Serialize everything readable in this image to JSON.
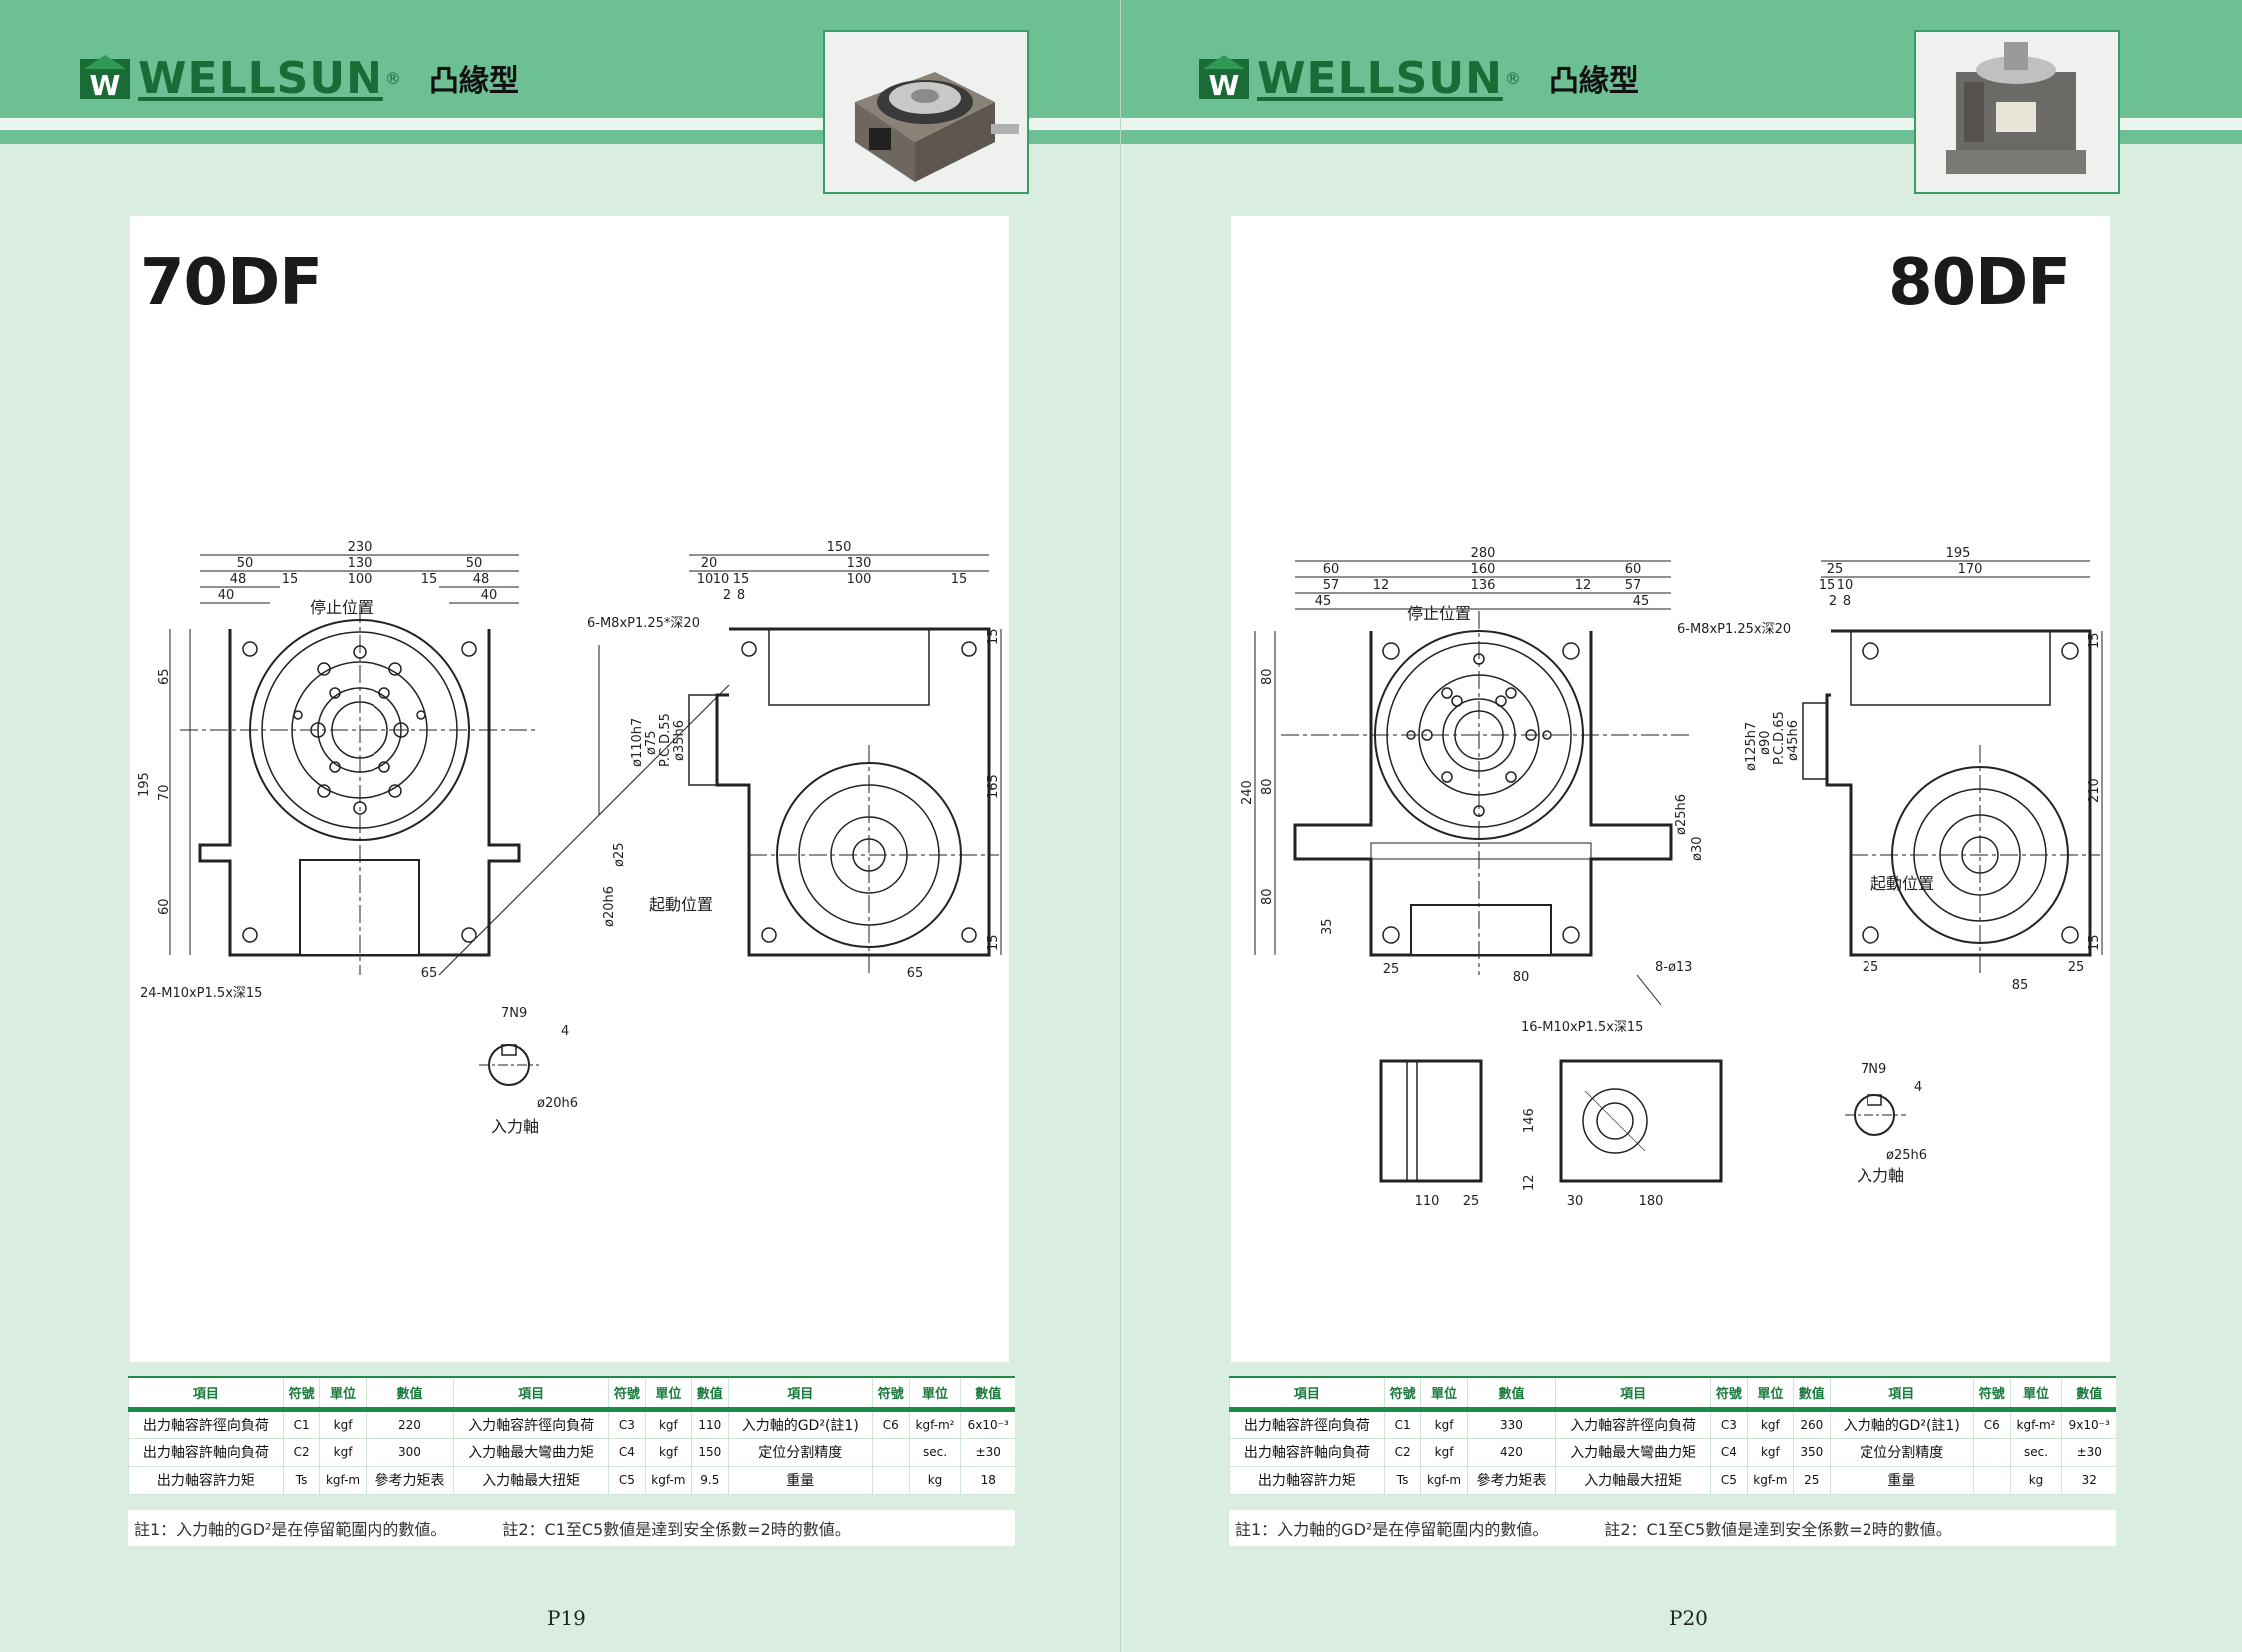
{
  "brand": {
    "name": "WELLSUN",
    "reg_mark": "®",
    "category": "凸緣型"
  },
  "colors": {
    "band": "#6cc094",
    "brand_green": "#1a6b35",
    "table_line": "#1b8c46",
    "background": "#d9ede0"
  },
  "pages": [
    {
      "model": "70DF",
      "page_number": "P19",
      "drawing_labels": {
        "dims_top": [
          "230",
          "50",
          "130",
          "50",
          "48",
          "15",
          "100",
          "15",
          "48",
          "40",
          "40"
        ],
        "dims_right_top": [
          "150",
          "20",
          "130",
          "10",
          "10",
          "15",
          "100",
          "15",
          "2",
          "8"
        ],
        "stop_position": "停止位置",
        "start_position": "起動位置",
        "tap_holes": "6-M8xP1.25*深20",
        "bolt_holes": "24-M10xP1.5x深15",
        "input_shaft": "入力軸",
        "keyway": "7N9",
        "key_depth": "4",
        "shaft_dia": "ø20h6",
        "left_heights": [
          "195",
          "65",
          "70",
          "60"
        ],
        "side_heights": [
          "15",
          "165",
          "15"
        ],
        "bore_dims": [
          "ø110h7",
          "ø75",
          "P.C.D.55",
          "ø35h6"
        ],
        "shaft_dims": [
          "ø25",
          "ø20h6"
        ],
        "bottom_dims": [
          "65",
          "65"
        ]
      },
      "table": {
        "headers": [
          "項目",
          "符號",
          "單位",
          "數值",
          "項目",
          "符號",
          "單位",
          "數值",
          "項目",
          "符號",
          "單位",
          "數值"
        ],
        "rows": [
          [
            "出力軸容許徑向負荷",
            "C1",
            "kgf",
            "220",
            "入力軸容許徑向負荷",
            "C3",
            "kgf",
            "110",
            "入力軸的GD²(註1)",
            "C6",
            "kgf-m²",
            "6x10⁻³"
          ],
          [
            "出力軸容許軸向負荷",
            "C2",
            "kgf",
            "300",
            "入力軸最大彎曲力矩",
            "C4",
            "kgf",
            "150",
            "定位分割精度",
            "",
            "sec.",
            "±30"
          ],
          [
            "出力軸容許力矩",
            "Ts",
            "kgf-m",
            "參考力矩表",
            "入力軸最大扭矩",
            "C5",
            "kgf-m",
            "9.5",
            "重量",
            "",
            "kg",
            "18"
          ]
        ]
      },
      "notes": [
        "註1：入力軸的GD²是在停留範圍内的數値。",
        "註2：C1至C5數値是達到安全係數=2時的數値。"
      ]
    },
    {
      "model": "80DF",
      "page_number": "P20",
      "drawing_labels": {
        "dims_top": [
          "280",
          "60",
          "160",
          "60",
          "57",
          "12",
          "136",
          "12",
          "57",
          "45",
          "45"
        ],
        "dims_right_top": [
          "195",
          "25",
          "170",
          "15",
          "10",
          "2",
          "8"
        ],
        "stop_position": "停止位置",
        "start_position": "起動位置",
        "tap_holes": "6-M8xP1.25x深20",
        "bolt_holes_base": "8-ø13",
        "bolt_holes_side": "16-M10xP1.5x深15",
        "input_shaft": "入力軸",
        "keyway": "7N9",
        "key_depth": "4",
        "shaft_dia": "ø25h6",
        "left_heights": [
          "240",
          "80",
          "80",
          "80",
          "35"
        ],
        "side_heights": [
          "15",
          "210",
          "15"
        ],
        "bore_dims": [
          "ø125h7",
          "ø90",
          "P.C.D.65",
          "ø45h6"
        ],
        "shaft_dims": [
          "ø25h6",
          "ø30"
        ],
        "bottom_dims": [
          "25",
          "80",
          "25",
          "85",
          "25"
        ],
        "base_view_dims": [
          "110",
          "25",
          "146",
          "12",
          "30",
          "180"
        ]
      },
      "table": {
        "headers": [
          "項目",
          "符號",
          "單位",
          "數值",
          "項目",
          "符號",
          "單位",
          "數值",
          "項目",
          "符號",
          "單位",
          "數值"
        ],
        "rows": [
          [
            "出力軸容許徑向負荷",
            "C1",
            "kgf",
            "330",
            "入力軸容許徑向負荷",
            "C3",
            "kgf",
            "260",
            "入力軸的GD²(註1)",
            "C6",
            "kgf-m²",
            "9x10⁻³"
          ],
          [
            "出力軸容許軸向負荷",
            "C2",
            "kgf",
            "420",
            "入力軸最大彎曲力矩",
            "C4",
            "kgf",
            "350",
            "定位分割精度",
            "",
            "sec.",
            "±30"
          ],
          [
            "出力軸容許力矩",
            "Ts",
            "kgf-m",
            "參考力矩表",
            "入力軸最大扭矩",
            "C5",
            "kgf-m",
            "25",
            "重量",
            "",
            "kg",
            "32"
          ]
        ]
      },
      "notes": [
        "註1：入力軸的GD²是在停留範圍内的數値。",
        "註2：C1至C5數値是達到安全係數=2時的數値。"
      ]
    }
  ]
}
